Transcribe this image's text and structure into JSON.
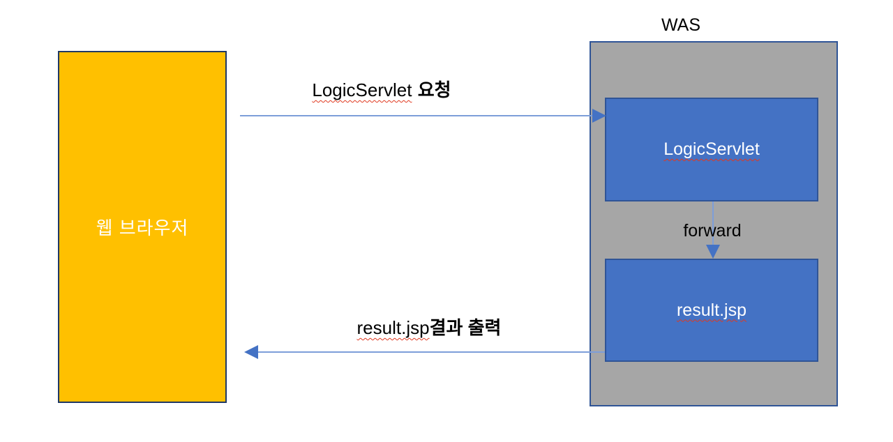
{
  "diagram": {
    "was_label": "WAS",
    "browser": {
      "label": "웹 브라우저"
    },
    "servlet_box": {
      "label": "LogicServlet"
    },
    "jsp_box": {
      "label": "result.jsp"
    },
    "request_arrow": {
      "label_latin": "LogicServlet",
      "label_korean": "요청"
    },
    "forward_arrow": {
      "label": "forward"
    },
    "response_arrow": {
      "label_latin": "result.jsp",
      "label_korean": "결과 출력"
    }
  },
  "colors": {
    "browser_fill": "#FFC000",
    "browser_border": "#1F3864",
    "was_fill": "#A6A6A6",
    "was_border": "#2F5496",
    "servlet_fill": "#4472C4",
    "servlet_border": "#2F5496",
    "arrow_line": "#7D9ED9",
    "arrow_head": "#4472C4",
    "squiggle": "#E0381F",
    "label_text": "#000000",
    "box_text": "#FFFFFF"
  }
}
